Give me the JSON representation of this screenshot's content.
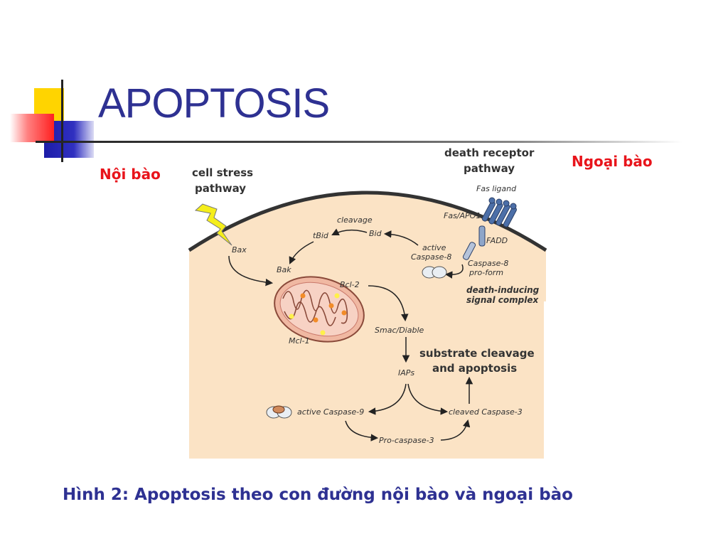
{
  "slide": {
    "title": "APOPTOSIS",
    "label_left": "Nội bào",
    "label_right": "Ngoại bào",
    "caption": "Hình 2: Apoptosis theo con đường nội bào và ngoại bào"
  },
  "diagram": {
    "cell_stress": [
      "cell stress",
      "pathway"
    ],
    "death_receptor": [
      "death receptor",
      "pathway"
    ],
    "fas_ligand": "Fas ligand",
    "fas_apo1": "Fas/APO1",
    "fadd": "FADD",
    "caspase8_pro": [
      "Caspase-8",
      "pro-form"
    ],
    "disc": [
      "death-inducing",
      "signal complex"
    ],
    "active_caspase8": [
      "active",
      "Caspase-8"
    ],
    "cleavage": "cleavage",
    "tbid": "tBid",
    "bid": "Bid",
    "bax": "Bax",
    "bak": "Bak",
    "bcl2": "Bcl-2",
    "mcl1": "Mcl-1",
    "smac": "Smac/Diable",
    "iaps": "IAPs",
    "substrate": [
      "substrate cleavage",
      "and apoptosis"
    ],
    "active_caspase9": "active Caspase-9",
    "cleaved_caspase3": "cleaved Caspase-3",
    "procaspase3": "Pro-caspase-3"
  }
}
